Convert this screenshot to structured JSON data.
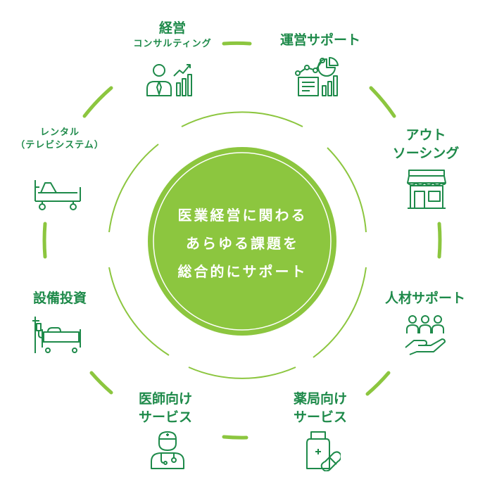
{
  "center": {
    "lines": [
      "医業経営に関わる",
      "あらゆる課題を",
      "総合的にサポート"
    ]
  },
  "services": [
    {
      "id": "management-consulting",
      "lines": [
        "経営",
        "コンサルティング"
      ],
      "icon": "consultant-chart-icon"
    },
    {
      "id": "operation-support",
      "lines": [
        "運営サポート"
      ],
      "icon": "report-analytics-icon"
    },
    {
      "id": "outsourcing",
      "lines": [
        "アウト",
        "ソーシング"
      ],
      "icon": "storefront-icon"
    },
    {
      "id": "hr-support",
      "lines": [
        "人材サポート"
      ],
      "icon": "people-hand-icon"
    },
    {
      "id": "pharmacy-services",
      "lines": [
        "薬局向け",
        "サービス"
      ],
      "icon": "medicine-bottle-icon"
    },
    {
      "id": "physician-services",
      "lines": [
        "医師向け",
        "サービス"
      ],
      "icon": "doctor-icon"
    },
    {
      "id": "equipment-investment",
      "lines": [
        "設備投資"
      ],
      "icon": "hospital-bed-iv-icon"
    },
    {
      "id": "rental-tv",
      "lines": [
        "レンタル",
        "（テレビシステム）"
      ],
      "icon": "hospital-bed-icon"
    }
  ],
  "colors": {
    "accent": "#8cc63f",
    "label": "#1e8a4a",
    "icon": "#1e8a4a",
    "line": "#8cc63f"
  }
}
